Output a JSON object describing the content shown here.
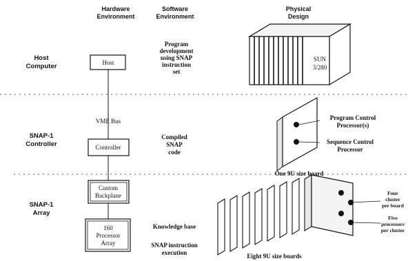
{
  "headers": {
    "hardware": [
      "Hardware",
      "Environment"
    ],
    "software": [
      "Software",
      "Environment"
    ],
    "physical": [
      "Physical",
      "Design"
    ]
  },
  "rows": {
    "host": [
      "Host",
      "Computer"
    ],
    "controller": [
      "SNAP-1",
      "Controller"
    ],
    "array": [
      "SNAP-1",
      "Array"
    ]
  },
  "hardware": {
    "host_box": "Host",
    "bus": "VME Bus",
    "controller_box": "Controller",
    "backplane": [
      "Custom",
      "Backplane"
    ],
    "processor_array": [
      "160",
      "Processor",
      "Array"
    ]
  },
  "software": {
    "host": [
      "Program",
      "development",
      "using SNAP",
      "instruction",
      "set"
    ],
    "controller": [
      "Compiled",
      "SNAP",
      "code"
    ],
    "array": [
      "Knowledge base",
      "SNAP instruction",
      "execution"
    ]
  },
  "physical": {
    "sun": [
      "SUN",
      "3/280"
    ],
    "board_labels": [
      "Program Control",
      "Processor(s)",
      "Sequence Control",
      "Processor"
    ],
    "controller_board": "One 9U size board",
    "array_boards": "Eight 9U size boards",
    "cluster_labels": [
      "Four",
      "cluster",
      "per board",
      "Five",
      "processors",
      "per cluster"
    ]
  }
}
